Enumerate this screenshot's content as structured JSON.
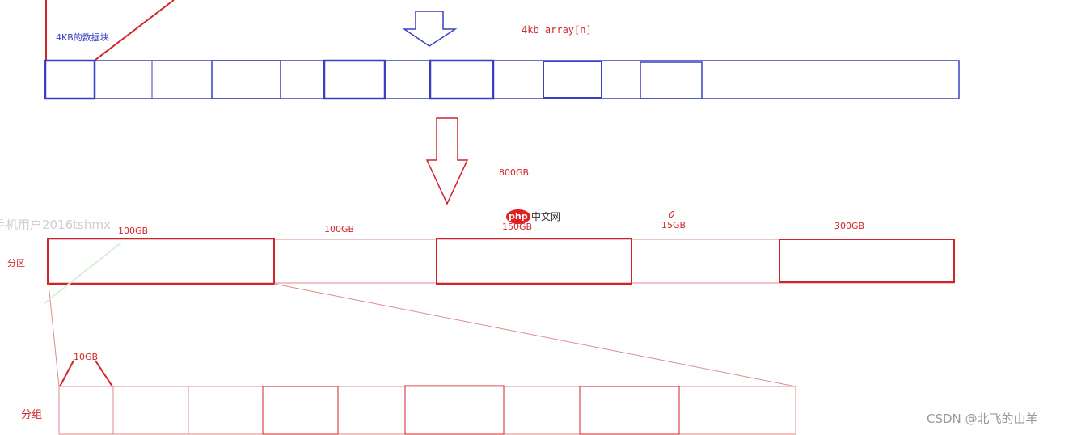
{
  "labels": {
    "block_4kb": "4KB的数据块",
    "array_note": "4kb array[n]",
    "total_800gb": "800GB",
    "part_1": "100GB",
    "part_2": "100GB",
    "part_3": "150GB",
    "part_4": "15GB",
    "part_5": "300GB",
    "partition": "分区",
    "group_10gb": "10GB",
    "group": "分组"
  },
  "watermarks": {
    "user_text": "手机用户2016tshmx",
    "php_logo": "php",
    "php_site": "中文网",
    "csdn_author": "CSDN @北飞的山羊"
  },
  "colors": {
    "blue": "#3b3fc1",
    "red": "#d2232a",
    "light_red": "#e08a8c",
    "php_badge": "#e02020"
  }
}
